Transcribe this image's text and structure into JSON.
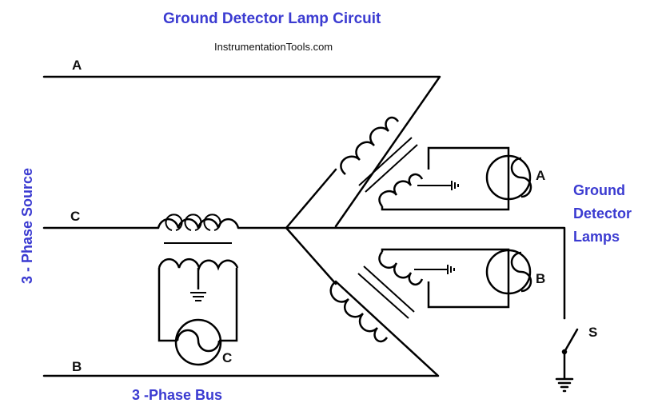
{
  "title": "Ground Detector Lamp Circuit",
  "subtitle": "InstrumentationTools.com",
  "lines": {
    "a": "A",
    "b": "B",
    "c": "C"
  },
  "lamps": {
    "a": "A",
    "b": "B",
    "c": "C"
  },
  "switch_label": "S",
  "source_label": "3 - Phase Source",
  "bus_label": "3 -Phase Bus",
  "lamps_label": [
    "Ground",
    "Detector",
    "Lamps"
  ],
  "colors": {
    "accent": "#3b3bd1",
    "stroke": "#000000"
  }
}
